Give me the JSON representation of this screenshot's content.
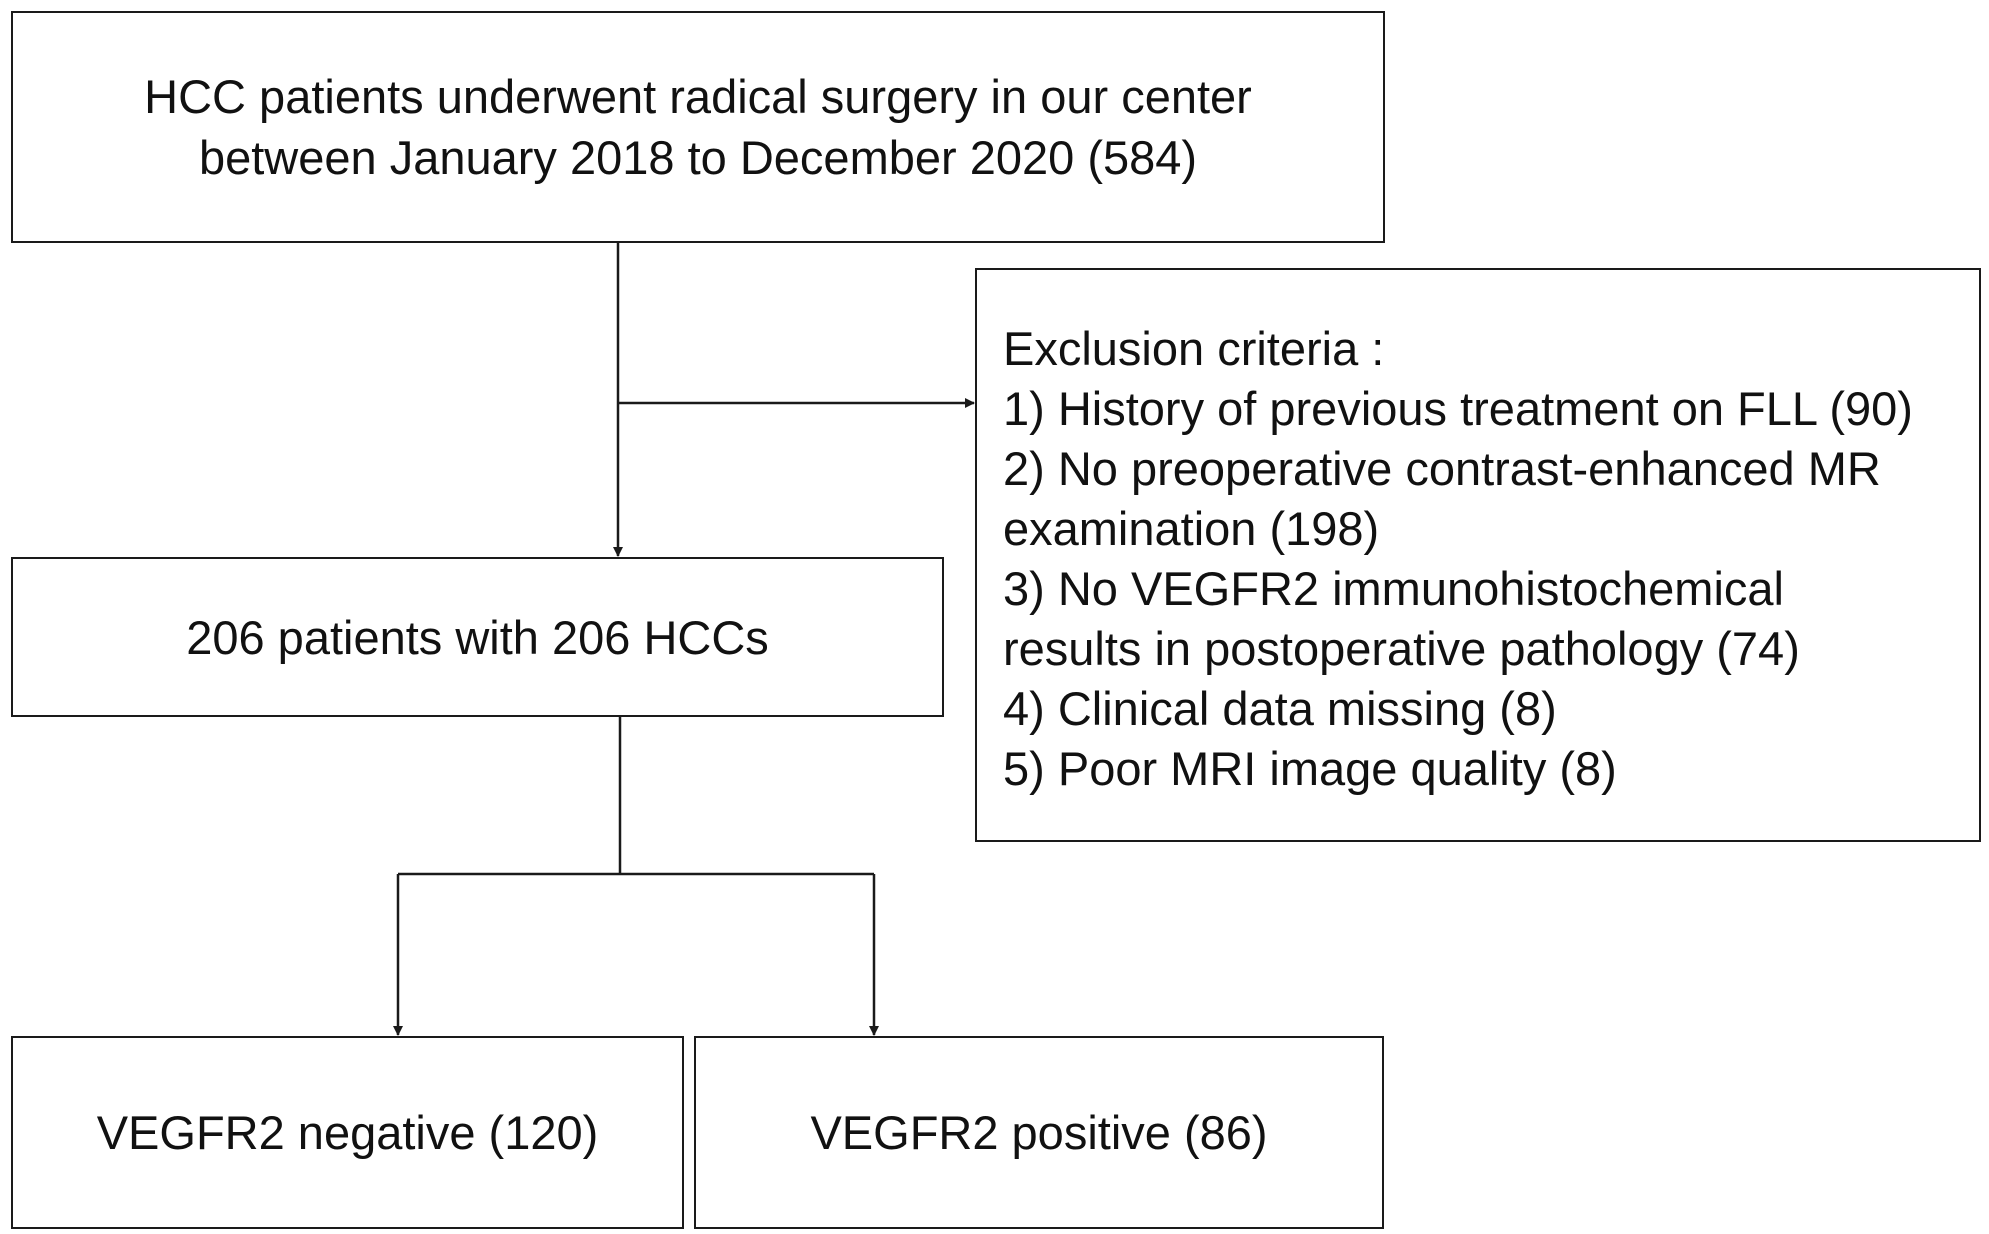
{
  "flowchart": {
    "enrollment": {
      "line1": "HCC patients underwent radical surgery in our center",
      "line2": "between January 2018 to December 2020 (584)"
    },
    "exclusion": {
      "heading": "Exclusion criteria :",
      "lines": [
        "1) History of previous treatment on FLL (90)",
        "2) No preoperative contrast-enhanced MR",
        "examination (198)",
        "3) No VEGFR2 immunohistochemical",
        "results in postoperative pathology (74)",
        "4) Clinical data missing (8)",
        "5) Poor MRI image quality (8)"
      ]
    },
    "cohort": {
      "label": "206 patients with 206 HCCs"
    },
    "groups": {
      "negative": "VEGFR2 negative (120)",
      "positive": "VEGFR2 positive (86)"
    }
  },
  "colors": {
    "line": "#1a1a1a",
    "text": "#111111",
    "background": "#ffffff"
  }
}
